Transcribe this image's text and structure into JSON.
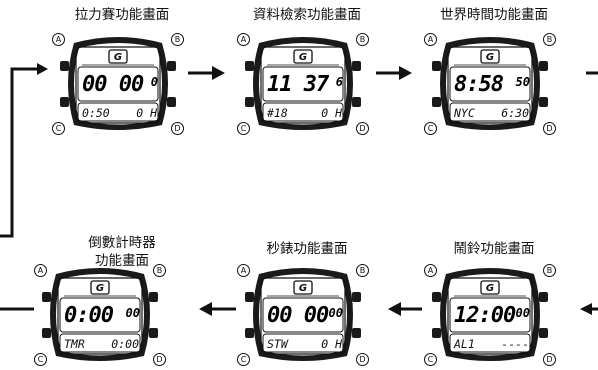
{
  "labels": {
    "a": "A",
    "b": "B",
    "c": "C",
    "d": "D"
  },
  "modes": [
    {
      "title": "拉力賽功能畫面",
      "upper_main": "00 00",
      "upper_sub": "0",
      "lower_left": "0:50",
      "lower_right": "0 H",
      "icon": "stopwatch-display-icon"
    },
    {
      "title": "資料檢索功能畫面",
      "upper_main": "11 37",
      "upper_sub": "6",
      "lower_left": "#18",
      "lower_right": "0 H",
      "icon": "data-recall-icon"
    },
    {
      "title": "世界時間功能畫面",
      "upper_main": "8:58",
      "upper_sub": "50",
      "lower_left": "NYC",
      "lower_right": "6:30",
      "icon": "world-time-icon"
    },
    {
      "title_line1": "倒數計時器",
      "title_line2": "功能畫面",
      "upper_main": "0:00",
      "upper_sub": "00",
      "lower_left": "TMR",
      "lower_right": "0:00",
      "icon": "countdown-timer-icon"
    },
    {
      "title": "秒錶功能畫面",
      "upper_main": "00 00",
      "upper_sub": "00",
      "lower_left": "STW",
      "lower_right": "0 H",
      "icon": "stopwatch-icon"
    },
    {
      "title": "鬧鈴功能畫面",
      "upper_main": "12:00",
      "upper_sub": "00",
      "lower_left": "AL1",
      "lower_right": "----",
      "icon": "alarm-icon"
    }
  ],
  "colors": {
    "ink": "#111111",
    "bezel": "#1a1a1a",
    "face": "#ffffff"
  }
}
